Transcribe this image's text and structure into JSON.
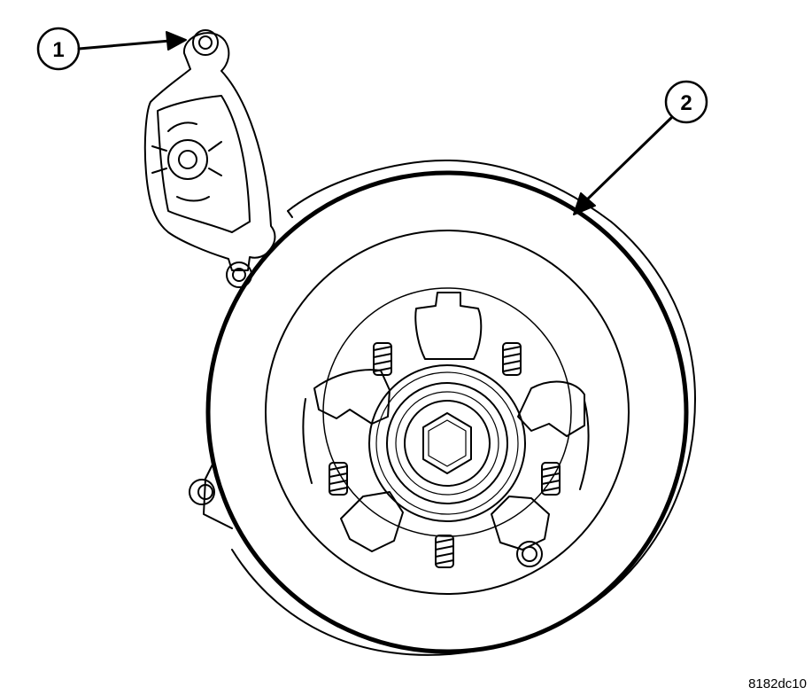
{
  "callouts": [
    {
      "id": "1",
      "label": "1"
    },
    {
      "id": "2",
      "label": "2"
    }
  ],
  "figure_id": "8182dc10",
  "colors": {
    "line": "#000000",
    "background": "#ffffff"
  }
}
